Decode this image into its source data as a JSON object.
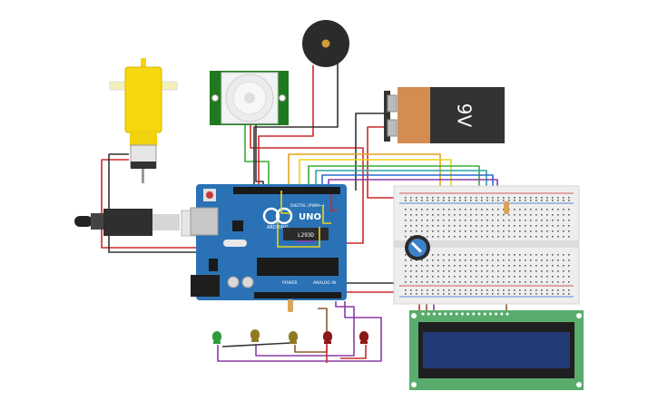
{
  "battery": {
    "label": "9V",
    "body_color": "#333333",
    "cap_color": "#d48c50"
  },
  "arduino": {
    "brand": "UNO",
    "sub": "ARDUINO",
    "digital_label": "DIGITAL (PWM~)",
    "power_label": "POWER",
    "analog_label": "ANALOG IN",
    "board_color": "#2a72b5"
  },
  "driver_chip": {
    "label": "L293D"
  },
  "lcd": {
    "board_color": "#5aac6c",
    "screen_color": "#233a76"
  },
  "leds": [
    {
      "color": "#2e9a38"
    },
    {
      "color": "#8f7a22"
    },
    {
      "color": "#8f7a22"
    },
    {
      "color": "#8a1818"
    },
    {
      "color": "#8a1818"
    }
  ],
  "components": {
    "motor": "gear-motor",
    "pir": "pir-sensor",
    "buzzer": "piezo-buzzer",
    "breadboard": "breadboard",
    "pot": "potentiometer",
    "dc_jack": "usb-plug"
  }
}
